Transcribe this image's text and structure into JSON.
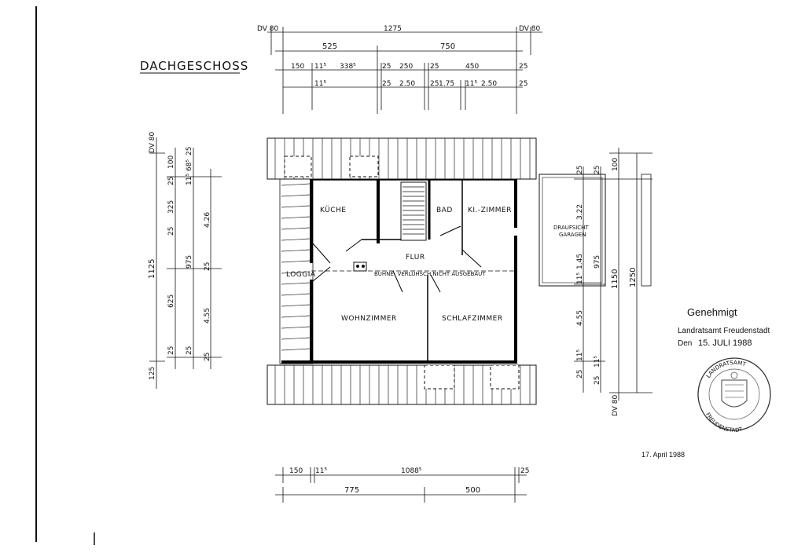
{
  "plan": {
    "title": "DACHGESCHOSS",
    "top_dims": {
      "row1": [
        "DV 80",
        "1275",
        "DV 80"
      ],
      "row2": [
        "525",
        "750"
      ],
      "row3": [
        "150",
        "11⁵",
        "338⁵",
        "25",
        "250",
        "25",
        "450",
        "25"
      ],
      "row4": [
        "11⁵",
        "25",
        "2.50",
        "25",
        "1.75",
        "11⁵",
        "2.50",
        "25"
      ]
    },
    "left_dims": {
      "col1": [
        "DV 80",
        "1125",
        "125"
      ],
      "col2": [
        "100",
        "25",
        "325",
        "25",
        "625",
        "25"
      ],
      "col3": [
        "25",
        "68⁵",
        "11⁵",
        "975",
        "25"
      ],
      "col4": [
        "4.26",
        "25",
        "4.55",
        "25"
      ]
    },
    "right_dims": {
      "col1": [
        "25",
        "3.22",
        "1.45",
        "11⁵",
        "4.55",
        "11⁵",
        "25"
      ],
      "col2": [
        "25",
        "975",
        "11⁵",
        "25"
      ],
      "col3": [
        "100",
        "1150",
        "DV 80"
      ],
      "col4": [
        "1250"
      ]
    },
    "bottom_dims": {
      "row1": [
        "150",
        "11⁵",
        "1088⁵",
        "25"
      ],
      "row2": [
        "775",
        "500"
      ]
    },
    "rooms": {
      "kueche": "KÜCHE",
      "bad": "BAD",
      "kinder": "KI.-ZIMMER",
      "flur": "FLUR",
      "loggia": "LOGGIA",
      "buehne": "BÜHNE- VERLÜHSCH NICHT AUSGEBAUT",
      "wohn": "WOHNZIMMER",
      "schlaf": "SCHLAFZIMMER",
      "garage": "DRAUFSICHT\nGARAGEN",
      "garage_line1": "DRAUFSICHT",
      "garage_line2": "GARAGEN"
    }
  },
  "approval": {
    "heading": "Genehmigt",
    "authority": "Landratsamt Freudenstadt",
    "date_prefix": "Den",
    "date": "15. JULI 1988",
    "seal_top": "LANDRATSAMT",
    "seal_bottom": "FREUDENSTADT",
    "faint": "17. April 1988"
  }
}
